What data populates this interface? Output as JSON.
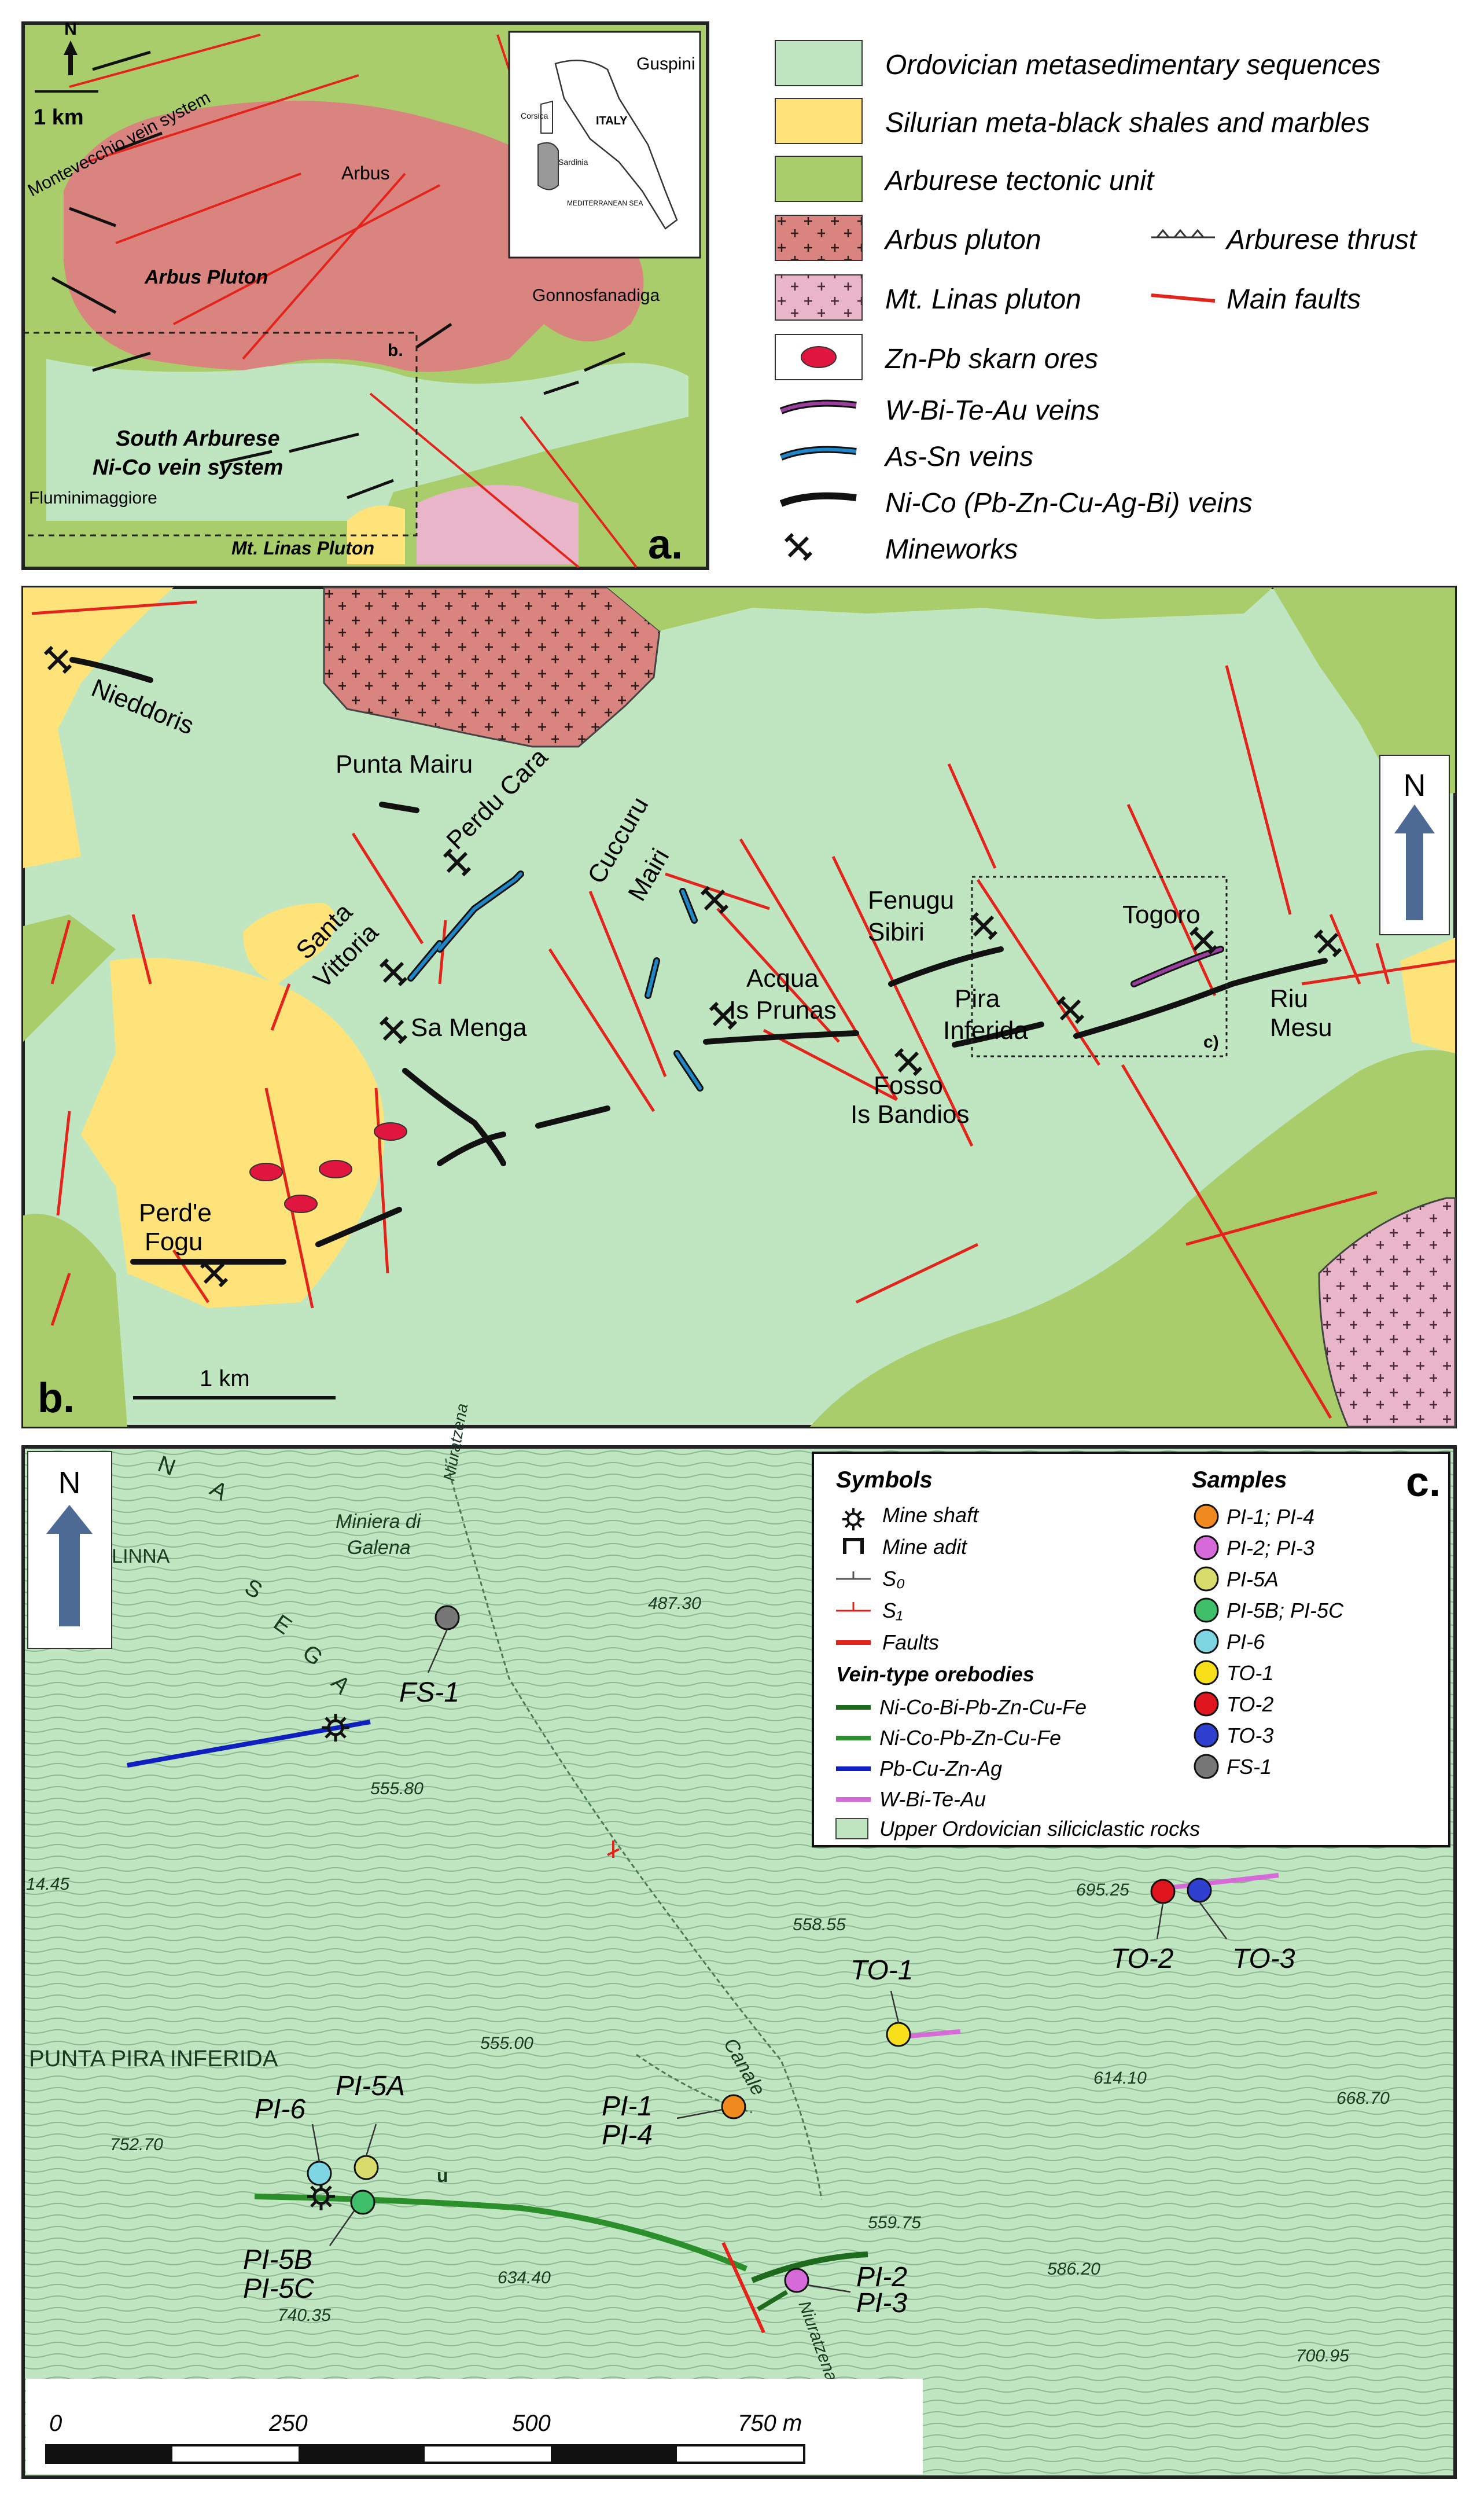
{
  "colors": {
    "ordovician": "#bfe6c0",
    "silurian": "#fde37a",
    "arburese": "#a9cd6b",
    "arbus_pluton": "#d9847f",
    "linas_pluton": "#e9b6c9",
    "fault": "#e3241d",
    "ore_skarn": "#e0163e",
    "vein_w": "#9a3fa0",
    "vein_as": "#1f86c8",
    "vein_ni": "#1a1a1a",
    "north_arrow": "#4c6a93",
    "topo_bg": "#bfe6c0",
    "topo_line": "#6f9a78"
  },
  "panel_a": {
    "label": "a.",
    "scale": "1 km",
    "places": {
      "montevecchio": "Montevecchio vein system",
      "guspini": "Guspini",
      "arbus": "Arbus",
      "arbus_pluton": "Arbus Pluton",
      "gonnosfanadiga": "Gonnosfanadiga",
      "b_marker": "b.",
      "south_arburese_1": "South Arburese",
      "south_arburese_2": "Ni-Co vein system",
      "fluminimaggiore": "Fluminimaggiore",
      "linas": "Mt. Linas Pluton"
    },
    "inset": {
      "corsica": "Corsica",
      "sardinia": "Sardinia",
      "italy": "ITALY",
      "sea": "MEDITERRANEAN SEA"
    }
  },
  "legend_top": {
    "ordovician": "Ordovician metasedimentary sequences",
    "silurian": "Silurian meta-black shales and marbles",
    "arburese": "Arburese tectonic unit",
    "arbus_pluton": "Arbus pluton",
    "linas_pluton": "Mt. Linas pluton",
    "zn_pb": "Zn-Pb skarn ores",
    "w_bi": "W-Bi-Te-Au veins",
    "as_sn": "As-Sn veins",
    "ni_co": "Ni-Co (Pb-Zn-Cu-Ag-Bi) veins",
    "mineworks": "Mineworks",
    "thrust": "Arburese thrust",
    "faults": "Main faults"
  },
  "panel_b": {
    "label": "b.",
    "scale": "1 km",
    "north": "N",
    "box_label": "c)",
    "places": {
      "nieddoris": "Nieddoris",
      "punta_mairu": "Punta Mairu",
      "perdu_cara": "Perdu Cara",
      "cuccuru": "Cuccuru",
      "mairi": "Mairi",
      "santa": "Santa",
      "vittoria": "Vittoria",
      "sa_menga": "Sa Menga",
      "acqua": "Acqua",
      "is_prunas": "Is Prunas",
      "fenugu": "Fenugu",
      "sibiri": "Sibiri",
      "pira": "Pira",
      "inferida": "Inferida",
      "togoro": "Togoro",
      "riu": "Riu",
      "mesu": "Mesu",
      "fosso": "Fosso",
      "is_bandios": "Is Bandios",
      "perde": "Perd'e",
      "fogu": "Fogu"
    }
  },
  "panel_c": {
    "label": "c.",
    "north": "N",
    "legend": {
      "symbols_title": "Symbols",
      "mine_shaft": "Mine shaft",
      "mine_adit": "Mine adit",
      "s0": "S₀",
      "s1": "S₁",
      "faults": "Faults",
      "vein_title": "Vein-type orebodies",
      "vein1": "Ni-Co-Bi-Pb-Zn-Cu-Fe",
      "vein2": "Ni-Co-Pb-Zn-Cu-Fe",
      "vein3": "Pb-Cu-Zn-Ag",
      "vein4": "W-Bi-Te-Au",
      "rocks": "Upper Ordovician siliciclastic rocks",
      "samples_title": "Samples",
      "samples": [
        {
          "label": "PI-1; PI-4",
          "color": "#f0891e"
        },
        {
          "label": "PI-2; PI-3",
          "color": "#d66ad8"
        },
        {
          "label": "PI-5A",
          "color": "#d8dc6a"
        },
        {
          "label": "PI-5B; PI-5C",
          "color": "#3fbf6a"
        },
        {
          "label": "PI-6",
          "color": "#7fd6e3"
        },
        {
          "label": "TO-1",
          "color": "#f7e01a"
        },
        {
          "label": "TO-2",
          "color": "#e0161e"
        },
        {
          "label": "TO-3",
          "color": "#2f3fcf"
        },
        {
          "label": "FS-1",
          "color": "#777777"
        }
      ]
    },
    "sample_labels": {
      "fs1": "FS-1",
      "to1": "TO-1",
      "to2": "TO-2",
      "to3": "TO-3",
      "pi1": "PI-1",
      "pi4": "PI-4",
      "pi6": "PI-6",
      "pi5a": "PI-5A",
      "pi5b": "PI-5B",
      "pi5c": "PI-5C",
      "pi2": "PI-2",
      "pi3": "PI-3"
    },
    "map_text": {
      "sa_linna": "A SA LINNA",
      "n": "N",
      "a1": "A",
      "s": "S",
      "e": "E",
      "g": "G",
      "a2": "A",
      "miniera": "Miniera di",
      "galena": "Galena",
      "punta_pira": "PUNTA PIRA INFERIDA",
      "canale": "Canale",
      "niuratzena": "Niuratzena",
      "niuratzena2": "Niuratzena",
      "adit_u": "u",
      "e487": "487.30",
      "e555a": "555.80",
      "e1445": "14.45",
      "e558": "558.55",
      "e695": "695.25",
      "e555b": "555.00",
      "e614": "614.10",
      "e668": "668.70",
      "e752": "752.70",
      "e559": "559.75",
      "e586": "586.20",
      "e634": "634.40",
      "e740": "740.35",
      "e700": "700.95"
    },
    "scale": {
      "t0": "0",
      "t250": "250",
      "t500": "500",
      "t750": "750 m"
    }
  }
}
